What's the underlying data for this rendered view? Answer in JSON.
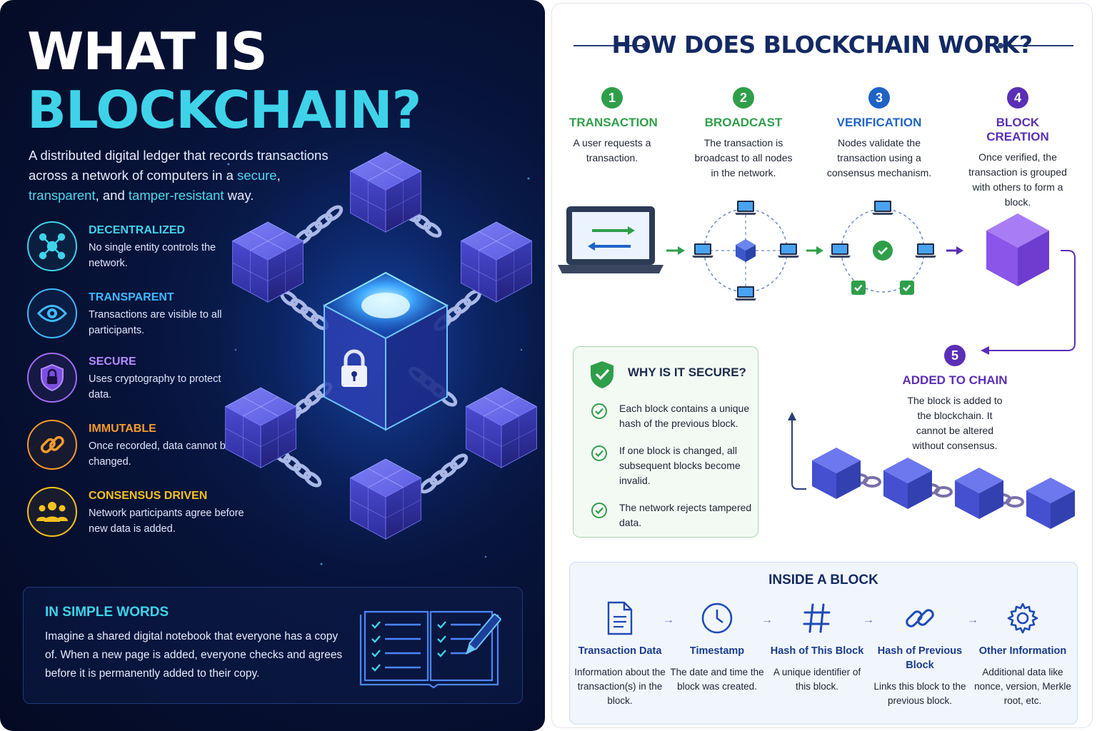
{
  "left": {
    "title_line1": "WHAT IS",
    "title_line2": "BLOCKCHAIN?",
    "intro": {
      "part1": "A distributed digital ledger that records transactions across a network of computers in a ",
      "secure": "secure",
      "comma1": ",",
      "transparent": "transparent",
      "and": ", and ",
      "tamper": "tamper-resistant",
      "end": " way."
    },
    "features": [
      {
        "title": "DECENTRALIZED",
        "desc": "No single entity controls the network.",
        "color": "#3fd3e9",
        "icon": "network-nodes-icon"
      },
      {
        "title": "TRANSPARENT",
        "desc": "Transactions are visible to all participants.",
        "color": "#3fb8ff",
        "icon": "eye-icon"
      },
      {
        "title": "SECURE",
        "desc": "Uses cryptography to protect data.",
        "color": "#a06cf0",
        "icon": "shield-lock-icon"
      },
      {
        "title": "IMMUTABLE",
        "desc": "Once recorded, data cannot be changed.",
        "color": "#f39b2b",
        "icon": "chain-link-icon"
      },
      {
        "title": "CONSENSUS DRIVEN",
        "desc": "Network participants agree before new data is added.",
        "color": "#f6c21c",
        "icon": "people-group-icon"
      }
    ],
    "simple": {
      "title": "IN SIMPLE WORDS",
      "body": "Imagine a shared digital notebook that everyone has a copy of. When a new page is added, everyone checks and agrees before it is permanently added to their copy."
    }
  },
  "right": {
    "title": "HOW DOES BLOCKCHAIN WORK?",
    "steps": [
      {
        "num": "1",
        "title": "TRANSACTION",
        "desc": "A user requests a transaction.",
        "color": "#2f9e4a"
      },
      {
        "num": "2",
        "title": "BROADCAST",
        "desc": "The transaction is broadcast to all nodes in the network.",
        "color": "#2f9e4a"
      },
      {
        "num": "3",
        "title": "VERIFICATION",
        "desc": "Nodes validate the transaction using a consensus mechanism.",
        "color": "#1f63c6"
      },
      {
        "num": "4",
        "title": "BLOCK CREATION",
        "desc": "Once verified, the transaction is grouped with others to form a block.",
        "color": "#5a2fb5"
      },
      {
        "num": "5",
        "title": "ADDED TO CHAIN",
        "desc": "The block is added to the blockchain. It cannot be altered without consensus.",
        "color": "#5a2fb5"
      }
    ],
    "secure": {
      "title": "WHY IS IT SECURE?",
      "items": [
        "Each block contains a unique hash of the previous block.",
        "If one block is changed, all subsequent blocks become invalid.",
        "The network rejects tampered data."
      ]
    },
    "inside": {
      "title": "INSIDE A BLOCK",
      "items": [
        {
          "title": "Transaction Data",
          "desc": "Information about the transaction(s) in the block.",
          "icon": "document-icon"
        },
        {
          "title": "Timestamp",
          "desc": "The date and time the block was created.",
          "icon": "clock-icon"
        },
        {
          "title": "Hash of This Block",
          "desc": "A unique identifier of this block.",
          "icon": "hash-icon"
        },
        {
          "title": "Hash of Previous Block",
          "desc": "Links this block to the previous block.",
          "icon": "link-icon"
        },
        {
          "title": "Other Information",
          "desc": "Additional data like nonce, version, Merkle root, etc.",
          "icon": "gear-icon"
        }
      ],
      "arrow": "→"
    }
  }
}
